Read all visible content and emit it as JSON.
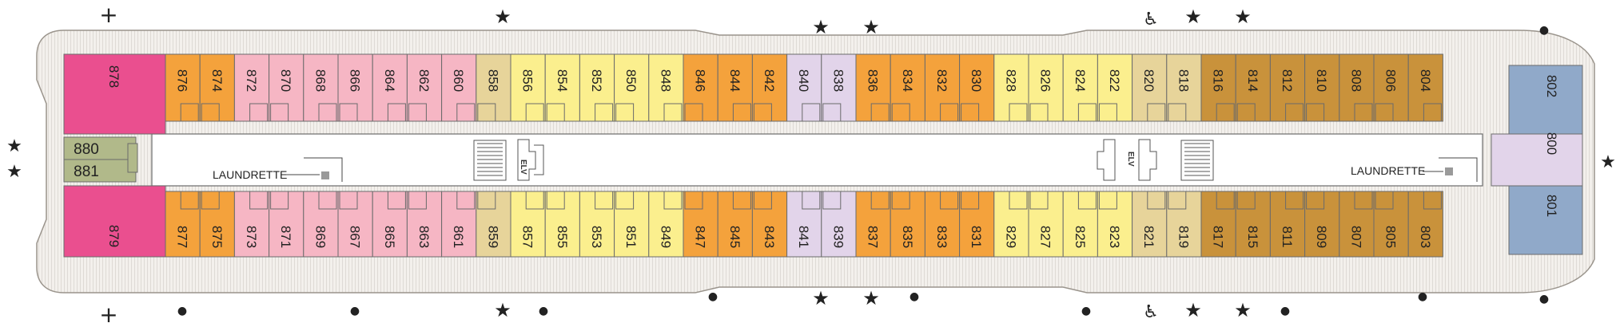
{
  "colors": {
    "pink_dark": "#ea4f8f",
    "pink_light": "#f6b6c4",
    "orange": "#f4a23c",
    "yellow": "#fbef8e",
    "tan": "#e7d49a",
    "lilac": "#e2d4ea",
    "brown": "#c9923b",
    "blue": "#90a9c9",
    "olive": "#b1b98a",
    "hull": "#f1eeea",
    "line": "#6b6b6b"
  },
  "labels": {
    "laundrette_left": "LAUNDRETTE",
    "laundrette_right": "LAUNDRETTE",
    "elevator": "ELV"
  },
  "symbols": {
    "star": "★",
    "dot": "●",
    "plus": "+",
    "accessible": "♿"
  },
  "cabins_top": [
    {
      "number": "876",
      "color": "orange"
    },
    {
      "number": "874",
      "color": "orange"
    },
    {
      "number": "872",
      "color": "pink_light"
    },
    {
      "number": "870",
      "color": "pink_light"
    },
    {
      "number": "868",
      "color": "pink_light"
    },
    {
      "number": "866",
      "color": "pink_light"
    },
    {
      "number": "864",
      "color": "pink_light"
    },
    {
      "number": "862",
      "color": "pink_light"
    },
    {
      "number": "860",
      "color": "pink_light"
    },
    {
      "number": "858",
      "color": "tan"
    },
    {
      "number": "856",
      "color": "yellow"
    },
    {
      "number": "854",
      "color": "yellow"
    },
    {
      "number": "852",
      "color": "yellow"
    },
    {
      "number": "850",
      "color": "yellow"
    },
    {
      "number": "848",
      "color": "yellow"
    },
    {
      "number": "846",
      "color": "orange"
    },
    {
      "number": "844",
      "color": "orange"
    },
    {
      "number": "842",
      "color": "orange"
    },
    {
      "number": "840",
      "color": "lilac"
    },
    {
      "number": "838",
      "color": "lilac"
    },
    {
      "number": "836",
      "color": "orange"
    },
    {
      "number": "834",
      "color": "orange"
    },
    {
      "number": "832",
      "color": "orange"
    },
    {
      "number": "830",
      "color": "orange"
    },
    {
      "number": "828",
      "color": "yellow"
    },
    {
      "number": "826",
      "color": "yellow"
    },
    {
      "number": "824",
      "color": "yellow"
    },
    {
      "number": "822",
      "color": "yellow"
    },
    {
      "number": "820",
      "color": "tan"
    },
    {
      "number": "818",
      "color": "tan"
    },
    {
      "number": "816",
      "color": "brown"
    },
    {
      "number": "814",
      "color": "brown"
    },
    {
      "number": "812",
      "color": "brown"
    },
    {
      "number": "810",
      "color": "brown"
    },
    {
      "number": "808",
      "color": "brown"
    },
    {
      "number": "806",
      "color": "brown"
    },
    {
      "number": "804",
      "color": "brown"
    }
  ],
  "cabins_bottom": [
    {
      "number": "877",
      "color": "orange"
    },
    {
      "number": "875",
      "color": "orange"
    },
    {
      "number": "873",
      "color": "pink_light"
    },
    {
      "number": "871",
      "color": "pink_light"
    },
    {
      "number": "869",
      "color": "pink_light"
    },
    {
      "number": "867",
      "color": "pink_light"
    },
    {
      "number": "865",
      "color": "pink_light"
    },
    {
      "number": "863",
      "color": "pink_light"
    },
    {
      "number": "861",
      "color": "pink_light"
    },
    {
      "number": "859",
      "color": "tan"
    },
    {
      "number": "857",
      "color": "yellow"
    },
    {
      "number": "855",
      "color": "yellow"
    },
    {
      "number": "853",
      "color": "yellow"
    },
    {
      "number": "851",
      "color": "yellow"
    },
    {
      "number": "849",
      "color": "yellow"
    },
    {
      "number": "847",
      "color": "orange"
    },
    {
      "number": "845",
      "color": "orange"
    },
    {
      "number": "843",
      "color": "orange"
    },
    {
      "number": "841",
      "color": "lilac"
    },
    {
      "number": "839",
      "color": "lilac"
    },
    {
      "number": "837",
      "color": "orange"
    },
    {
      "number": "835",
      "color": "orange"
    },
    {
      "number": "833",
      "color": "orange"
    },
    {
      "number": "831",
      "color": "orange"
    },
    {
      "number": "829",
      "color": "yellow"
    },
    {
      "number": "827",
      "color": "yellow"
    },
    {
      "number": "825",
      "color": "yellow"
    },
    {
      "number": "823",
      "color": "yellow"
    },
    {
      "number": "821",
      "color": "tan"
    },
    {
      "number": "819",
      "color": "tan"
    },
    {
      "number": "817",
      "color": "brown"
    },
    {
      "number": "815",
      "color": "brown"
    },
    {
      "number": "811",
      "color": "brown"
    },
    {
      "number": "809",
      "color": "brown"
    },
    {
      "number": "807",
      "color": "brown"
    },
    {
      "number": "805",
      "color": "brown"
    },
    {
      "number": "803",
      "color": "brown"
    }
  ],
  "aft_cabins": [
    {
      "number": "878",
      "color": "pink_dark",
      "position": "top"
    },
    {
      "number": "879",
      "color": "pink_dark",
      "position": "bottom"
    },
    {
      "number": "880",
      "color": "olive",
      "position": "upper-center"
    },
    {
      "number": "881",
      "color": "olive",
      "position": "lower-center"
    }
  ],
  "bow_cabins": [
    {
      "number": "802",
      "color": "blue",
      "position": "top"
    },
    {
      "number": "800",
      "color": "lilac",
      "position": "center"
    },
    {
      "number": "801",
      "color": "blue",
      "position": "bottom"
    }
  ]
}
